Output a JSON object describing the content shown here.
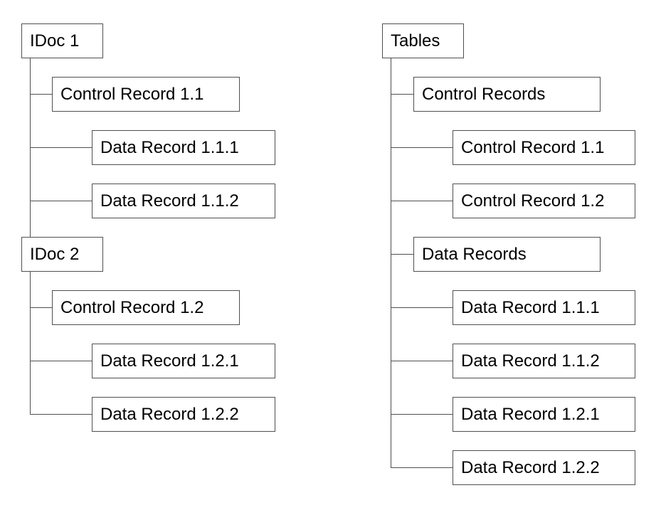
{
  "diagram": {
    "trees": [
      {
        "root_label": "IDoc 1",
        "nodes": [
          {
            "label": "IDoc 1",
            "level": 0
          },
          {
            "label": "Control Record 1.1",
            "level": 1
          },
          {
            "label": "Data Record 1.1.1",
            "level": 2
          },
          {
            "label": "Data Record 1.1.2",
            "level": 2
          },
          {
            "label": "IDoc 2",
            "level": 0
          },
          {
            "label": "Control Record 1.2",
            "level": 1
          },
          {
            "label": "Data Record 1.2.1",
            "level": 2
          },
          {
            "label": "Data Record 1.2.2",
            "level": 2
          }
        ]
      },
      {
        "root_label": "Tables",
        "nodes": [
          {
            "label": "Tables",
            "level": 0
          },
          {
            "label": "Control Records",
            "level": 1
          },
          {
            "label": "Control Record 1.1",
            "level": 2
          },
          {
            "label": "Control Record 1.2",
            "level": 2
          },
          {
            "label": "Data Records",
            "level": 1
          },
          {
            "label": "Data Record 1.1.1",
            "level": 2
          },
          {
            "label": "Data Record 1.1.2",
            "level": 2
          },
          {
            "label": "Data Record 1.2.1",
            "level": 2
          },
          {
            "label": "Data Record 1.2.2",
            "level": 2
          }
        ]
      }
    ],
    "colors": {
      "box_border": "#4f4f4f",
      "connector": "#4f4f4f",
      "text": "#000000",
      "background": "#ffffff"
    }
  }
}
